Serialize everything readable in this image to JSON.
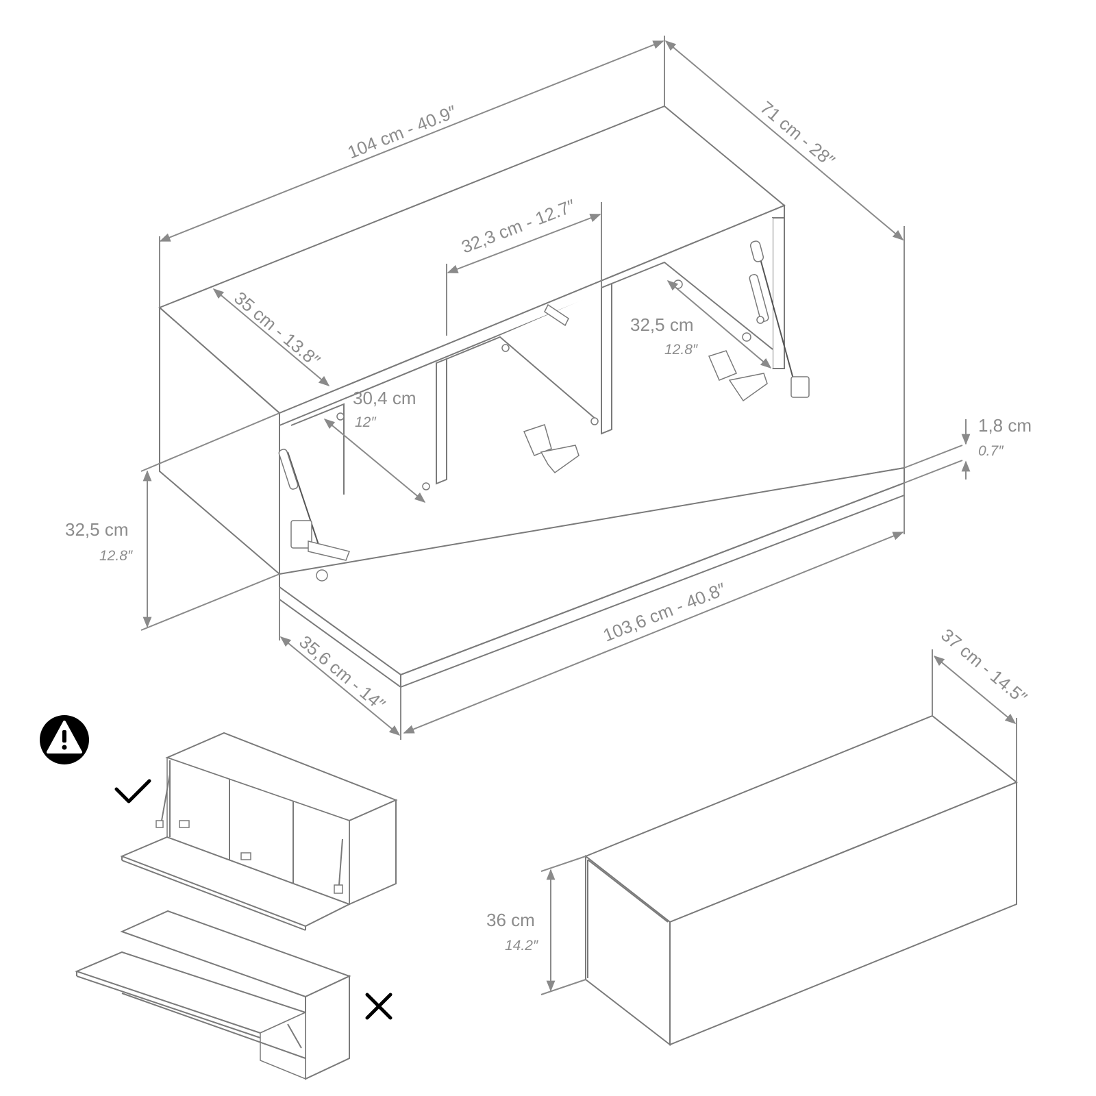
{
  "dimensions": {
    "width_top": "104 cm - 40.9″",
    "depth_top": "71 cm - 28″",
    "compartment_width": "32,3 cm - 12.7″",
    "shelf_depth": "35 cm - 13.8″",
    "inner_right_cm": "32,5 cm",
    "inner_right_in": "12.8″",
    "inner_left_cm": "30,4 cm",
    "inner_left_in": "12″",
    "thickness_cm": "1,8 cm",
    "thickness_in": "0.7″",
    "height_cm": "32,5 cm",
    "height_in": "12.8″",
    "door_width": "103,6 cm - 40.8″",
    "door_depth": "35,6 cm - 14″",
    "closed_depth": "37 cm - 14.5″",
    "closed_height_cm": "36 cm",
    "closed_height_in": "14.2″"
  },
  "icons": {
    "warning": "warning-icon",
    "correct": "check-icon",
    "wrong": "cross-icon"
  },
  "colors": {
    "line": "#7a7a7a",
    "label": "#8c8c8c",
    "icon": "#000000"
  }
}
